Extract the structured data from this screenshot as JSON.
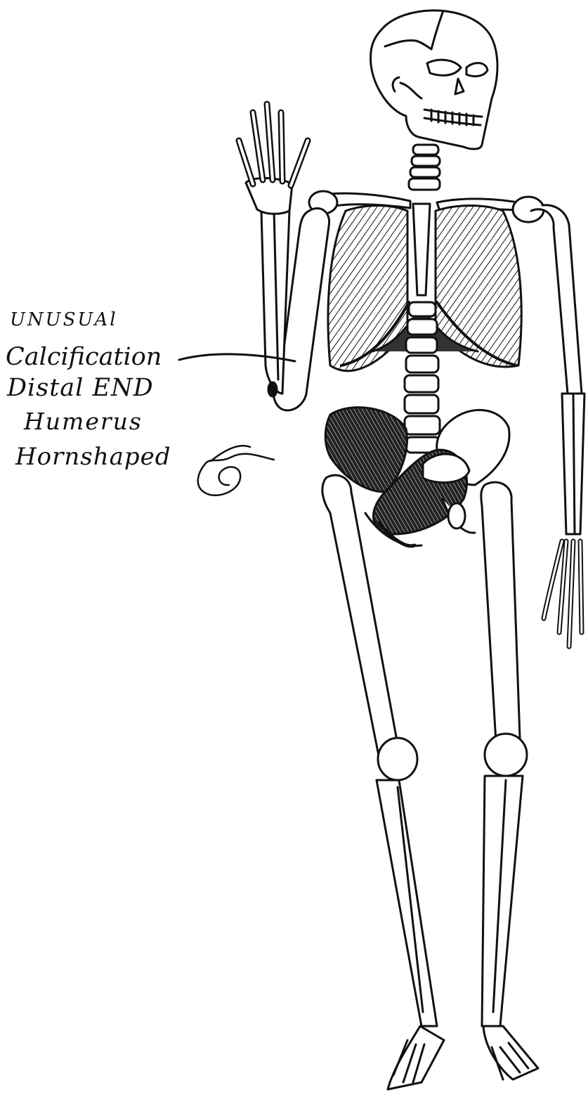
{
  "annotation": {
    "line1": "UNUSUAl",
    "line2": "Calcification",
    "line3": "Distal END",
    "line4": "Humerus",
    "line5": "Hornshaped"
  },
  "colors": {
    "ink": "#111111",
    "paper": "#ffffff",
    "shading": "#1a1a1a"
  }
}
